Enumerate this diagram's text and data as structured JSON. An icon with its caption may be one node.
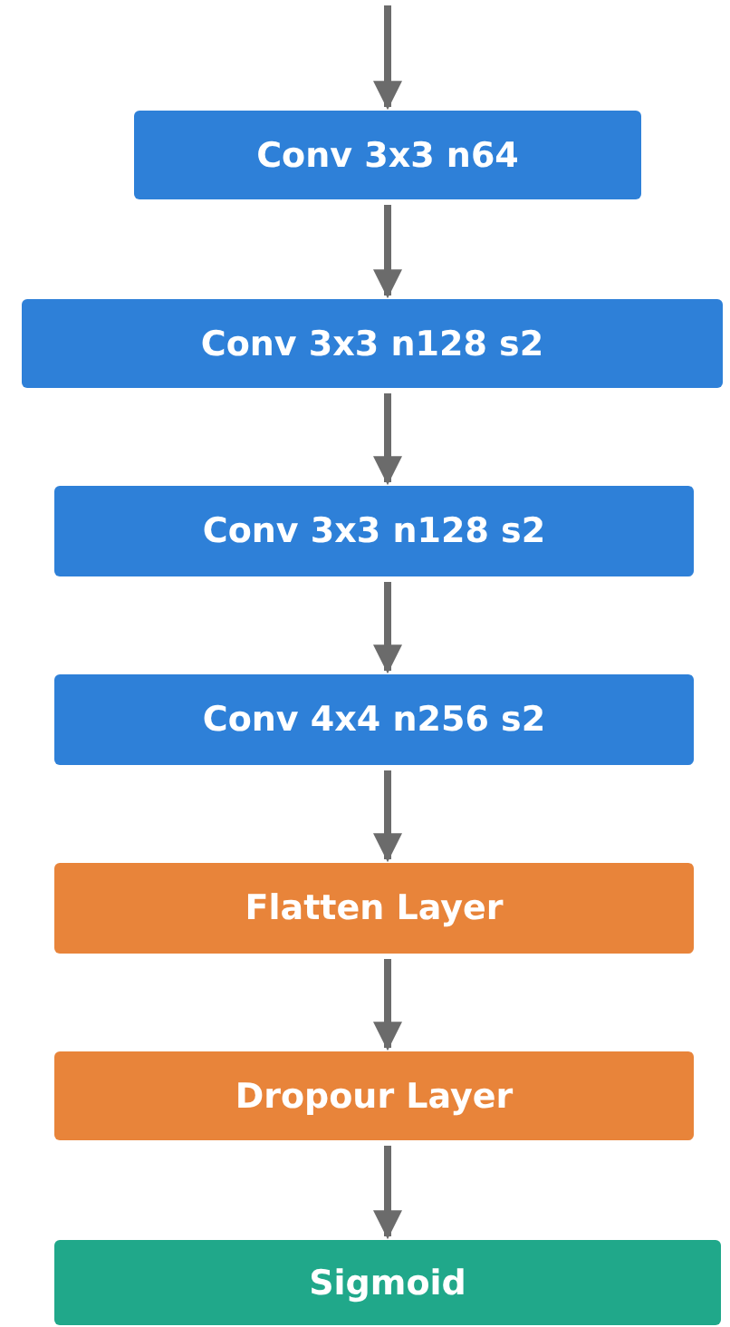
{
  "diagram": {
    "nodes": [
      {
        "text": [
          "Conv 3x3 n64"
        ]
      },
      {
        "text": [
          "Conv 3x3 n128 s2"
        ]
      },
      {
        "text": [
          "Conv 3x3 n128 s2"
        ]
      },
      {
        "text": [
          "Conv 4x4 n256 s2"
        ]
      },
      {
        "text": [
          "Flatten Layer"
        ]
      },
      {
        "text": [
          "Dropour Layer"
        ]
      },
      {
        "text": [
          "Sigmoid"
        ]
      }
    ],
    "edges": [
      {
        "from": null,
        "to": 0,
        "arrow": "to"
      },
      {
        "from": 0,
        "to": 1,
        "arrow": "to"
      },
      {
        "from": 1,
        "to": 2,
        "arrow": "to"
      },
      {
        "from": 2,
        "to": 3,
        "arrow": "to"
      },
      {
        "from": 3,
        "to": 4,
        "arrow": "to"
      },
      {
        "from": 4,
        "to": 5,
        "arrow": "to"
      },
      {
        "from": 5,
        "to": 6,
        "arrow": "to"
      }
    ]
  }
}
